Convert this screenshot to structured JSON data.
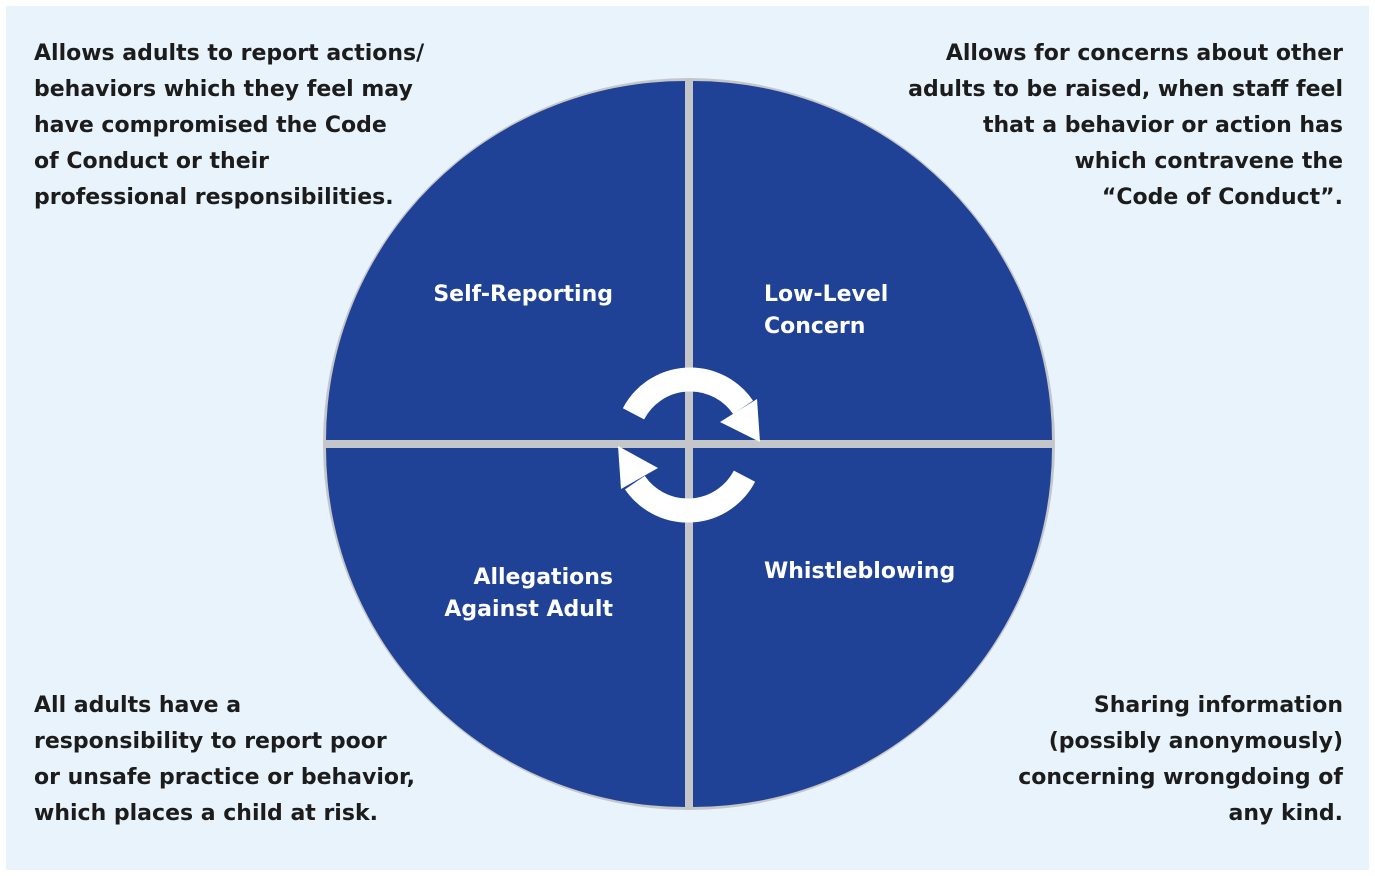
{
  "diagram": {
    "quadrants": {
      "top_left": {
        "label": "Self-Reporting",
        "description": "Allows adults to report actions/\nbehaviors which they feel may\nhave compromised the Code\nof Conduct or their\nprofessional responsibilities."
      },
      "top_right": {
        "label": "Low-Level\nConcern",
        "description": "Allows for concerns about other\nadults to be raised, when staff feel\nthat a behavior or action has\nwhich contravene the\n“Code of Conduct”."
      },
      "bottom_left": {
        "label": "Allegations\nAgainst Adult",
        "description": "All adults have a\nresponsibility to report poor\nor unsafe practice or behavior,\nwhich places a child at risk."
      },
      "bottom_right": {
        "label": "Whistleblowing",
        "description": "Sharing information\n(possibly anonymously)\nconcerning wrongdoing of\nany kind."
      }
    },
    "center_icon": "refresh-cycle-icon",
    "colors": {
      "background": "#e8f3fc",
      "quadrant": "#1f4297",
      "divider": "#c4c6c9",
      "icon": "#ffffff",
      "text": "#1c1c1c"
    }
  }
}
